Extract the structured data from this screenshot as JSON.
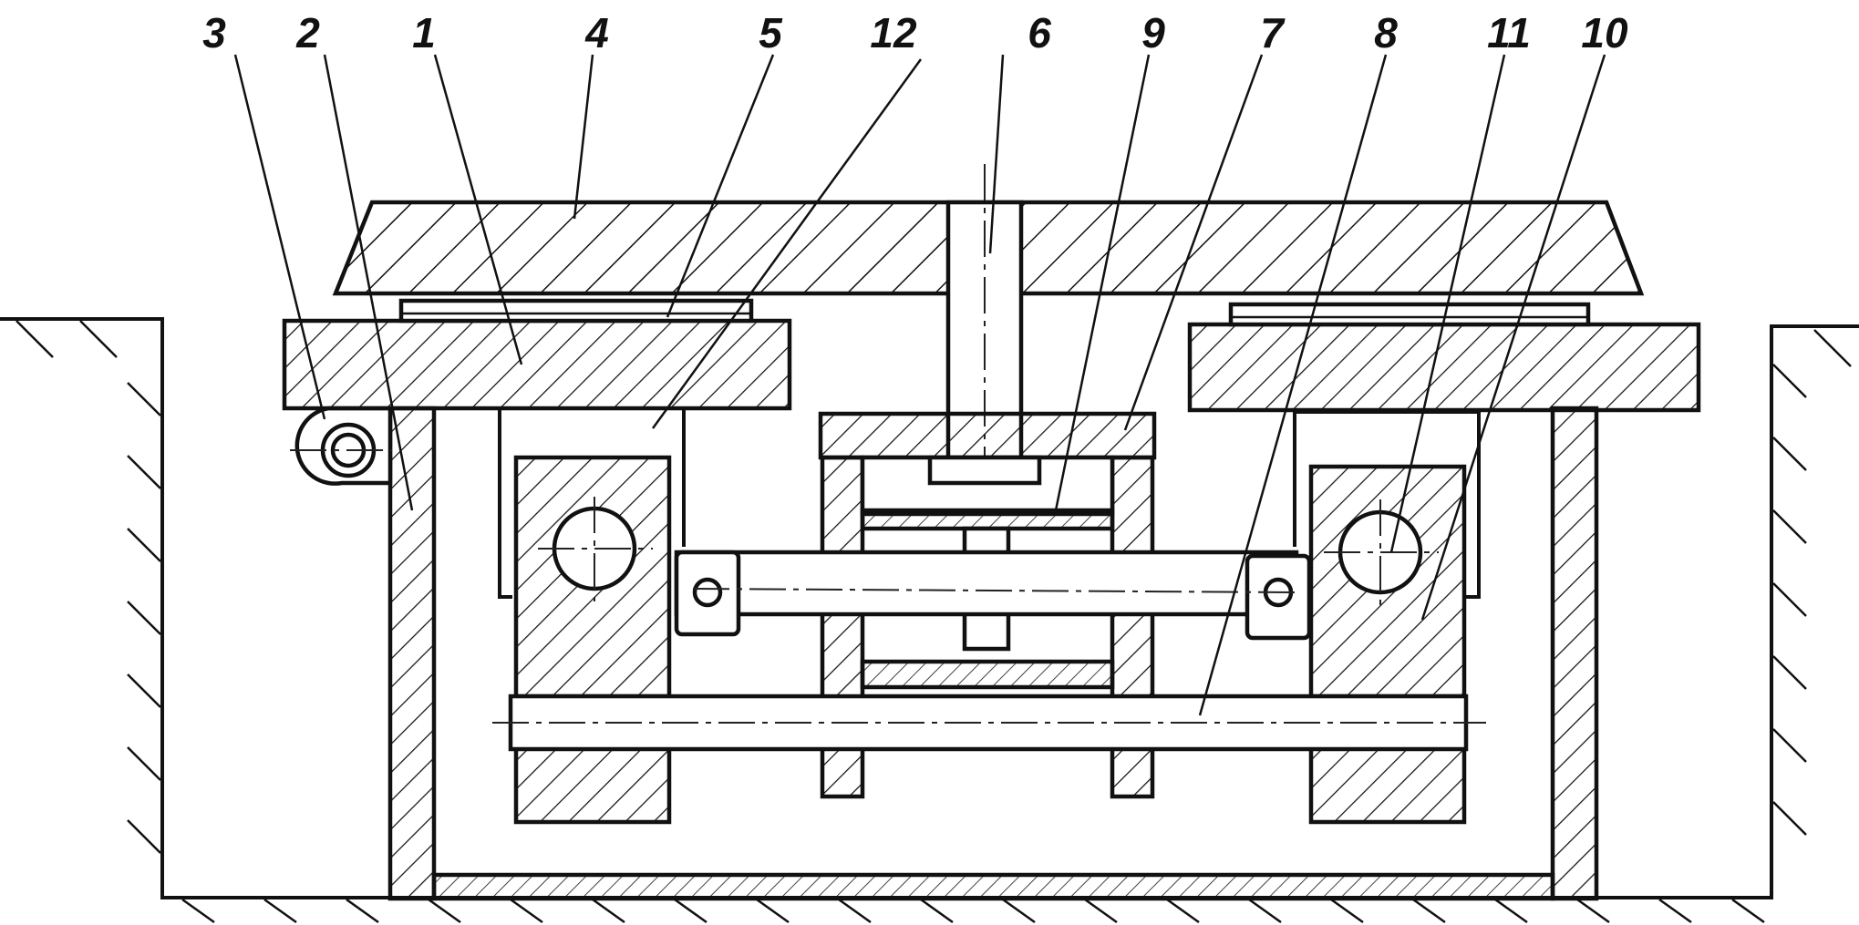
{
  "labels": [
    {
      "key": "3",
      "text": "3"
    },
    {
      "key": "2",
      "text": "2"
    },
    {
      "key": "1",
      "text": "1"
    },
    {
      "key": "4",
      "text": "4"
    },
    {
      "key": "5",
      "text": "5"
    },
    {
      "key": "12",
      "text": "12"
    },
    {
      "key": "6",
      "text": "6"
    },
    {
      "key": "9",
      "text": "9"
    },
    {
      "key": "7",
      "text": "7"
    },
    {
      "key": "8",
      "text": "8"
    },
    {
      "key": "11",
      "text": "11"
    },
    {
      "key": "10",
      "text": "10"
    }
  ],
  "colors": {
    "ink": "#111111",
    "paper": "#ffffff"
  }
}
